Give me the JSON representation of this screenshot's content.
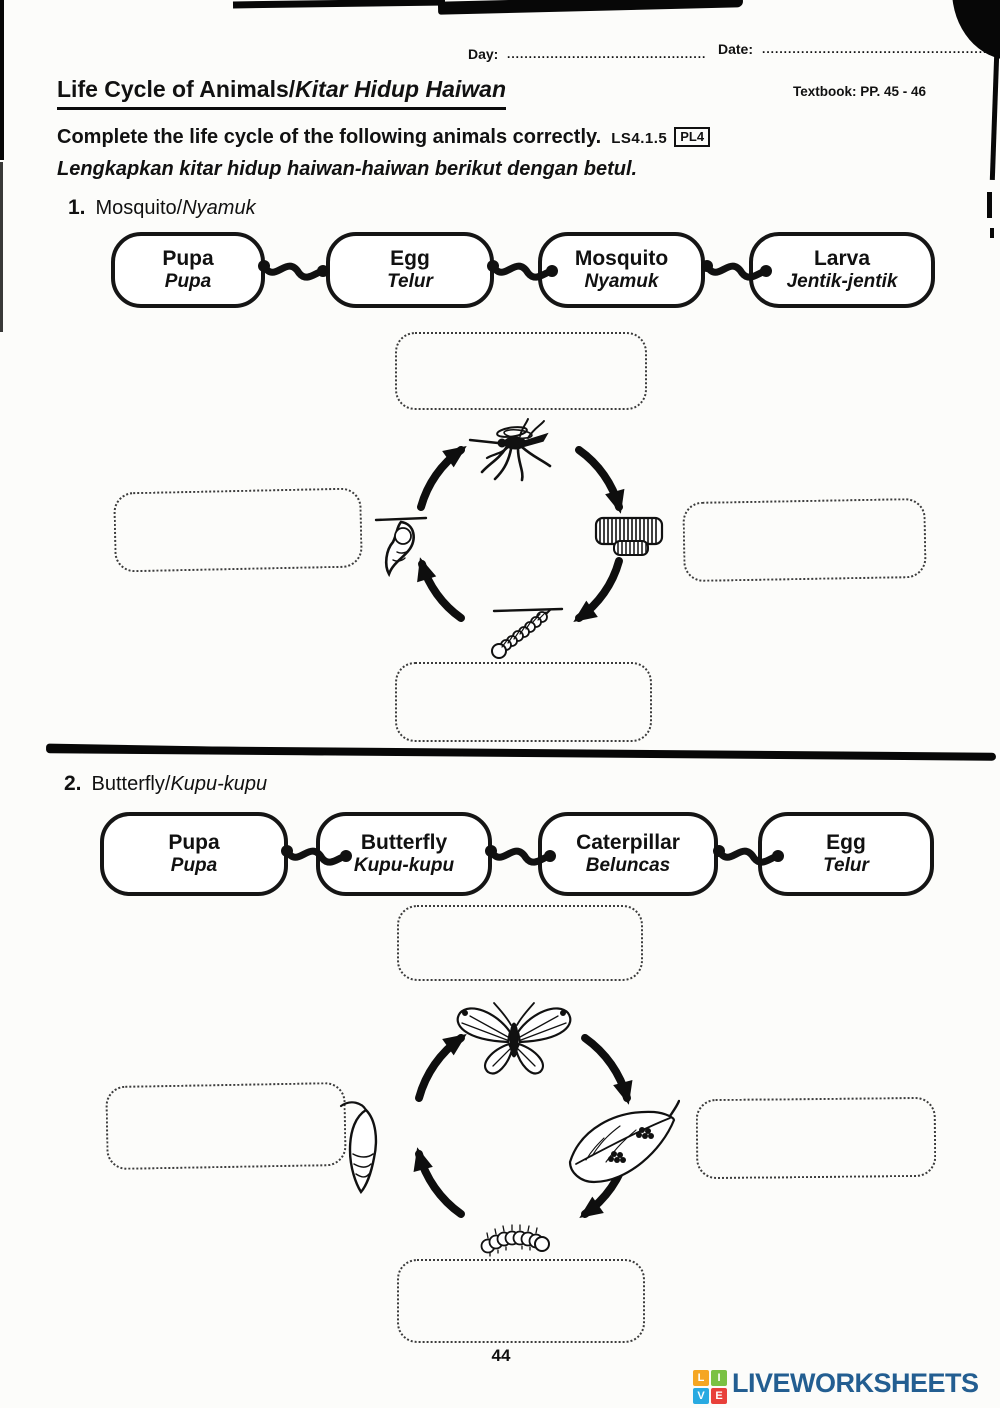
{
  "header": {
    "day_label": "Day:",
    "day_dots": "......................................................",
    "date_label": "Date:",
    "date_dots": "...............................................................",
    "title_en": "Life Cycle of Animals/",
    "title_ms": "Kitar Hidup Haiwan",
    "textbook_ref": "Textbook: PP. 45 - 46",
    "instruction_en": "Complete the life cycle of the following animals correctly.",
    "standard_code": "LS4.1.5",
    "badge": "PL4",
    "instruction_ms": "Lengkapkan kitar hidup haiwan-haiwan berikut dengan betul."
  },
  "sections": [
    {
      "number": "1.",
      "name_en": "Mosquito/",
      "name_ms": "Nyamuk",
      "word_bank": [
        {
          "en": "Pupa",
          "ms": "Pupa"
        },
        {
          "en": "Egg",
          "ms": "Telur"
        },
        {
          "en": "Mosquito",
          "ms": "Nyamuk"
        },
        {
          "en": "Larva",
          "ms": "Jentik-jentik"
        }
      ],
      "cycle_images": [
        "mosquito-illustration",
        "egg-raft-illustration",
        "larva-illustration",
        "pupa-illustration"
      ]
    },
    {
      "number": "2.",
      "name_en": "Butterfly/",
      "name_ms": "Kupu-kupu",
      "word_bank": [
        {
          "en": "Pupa",
          "ms": "Pupa"
        },
        {
          "en": "Butterfly",
          "ms": "Kupu-kupu"
        },
        {
          "en": "Caterpillar",
          "ms": "Beluncas"
        },
        {
          "en": "Egg",
          "ms": "Telur"
        }
      ],
      "cycle_images": [
        "butterfly-illustration",
        "eggs-on-leaf-illustration",
        "caterpillar-illustration",
        "chrysalis-illustration"
      ]
    }
  ],
  "footer": {
    "page_number": "44",
    "brand": "LIVEWORKSHEETS",
    "logo": {
      "letters": [
        "L",
        "I",
        "V",
        "E"
      ],
      "colors": [
        "#f5a623",
        "#7ac143",
        "#29aae1",
        "#e8403a"
      ],
      "wordmark_color": "#235e91"
    }
  }
}
